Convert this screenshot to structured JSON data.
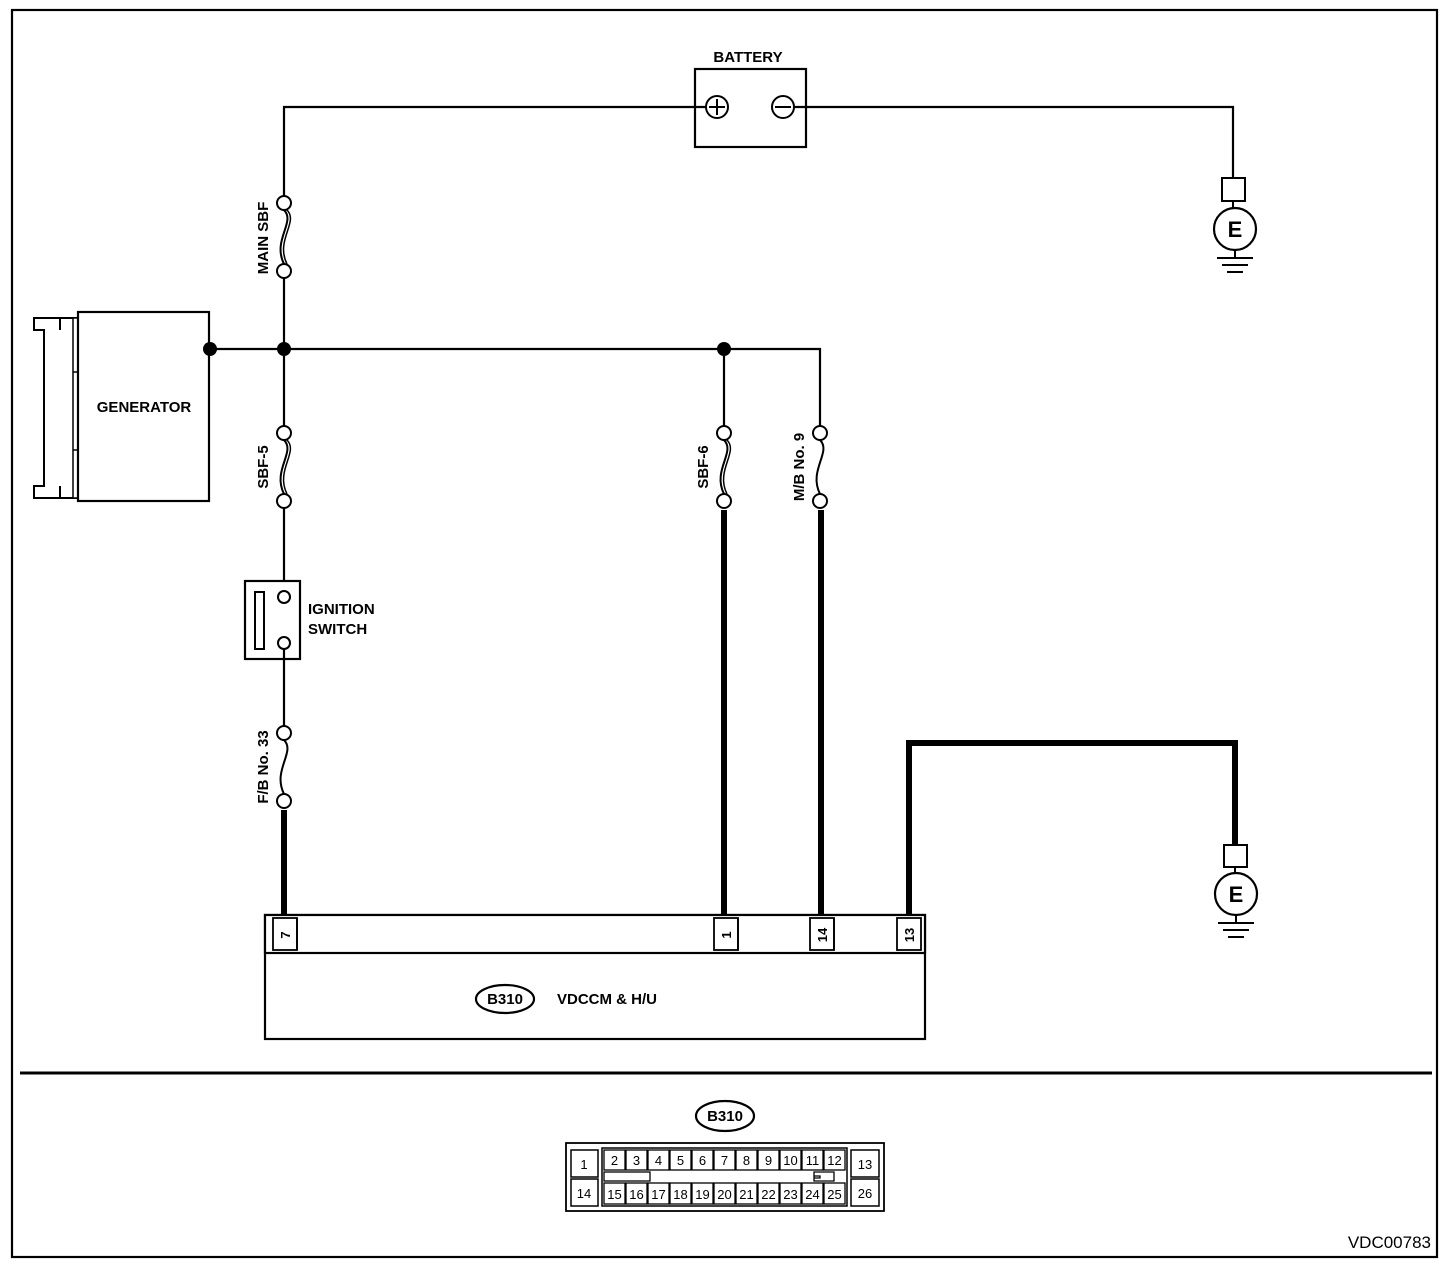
{
  "battery": {
    "label": "BATTERY",
    "plus_icon": "plus-circle",
    "minus_icon": "minus-circle"
  },
  "ground": {
    "label": "E"
  },
  "generator": {
    "label": "GENERATOR"
  },
  "fuses": {
    "main_sbf": "MAIN SBF",
    "sbf5": "SBF-5",
    "sbf6": "SBF-6",
    "mb9": "M/B No. 9",
    "fb33": "F/B No. 33"
  },
  "ignition": {
    "line1": "IGNITION",
    "line2": "SWITCH"
  },
  "module": {
    "connector_id": "B310",
    "name": "VDCCM & H/U",
    "pins": [
      "7",
      "1",
      "14",
      "13"
    ]
  },
  "connector_view": {
    "id": "B310",
    "left_pins": [
      "1",
      "14"
    ],
    "top_row": [
      "2",
      "3",
      "4",
      "5",
      "6",
      "7",
      "8",
      "9",
      "10",
      "11",
      "12"
    ],
    "bottom_row": [
      "15",
      "16",
      "17",
      "18",
      "19",
      "20",
      "21",
      "22",
      "23",
      "24",
      "25"
    ],
    "right_pins": [
      "13",
      "26"
    ]
  },
  "figure_ref": "VDC00783"
}
